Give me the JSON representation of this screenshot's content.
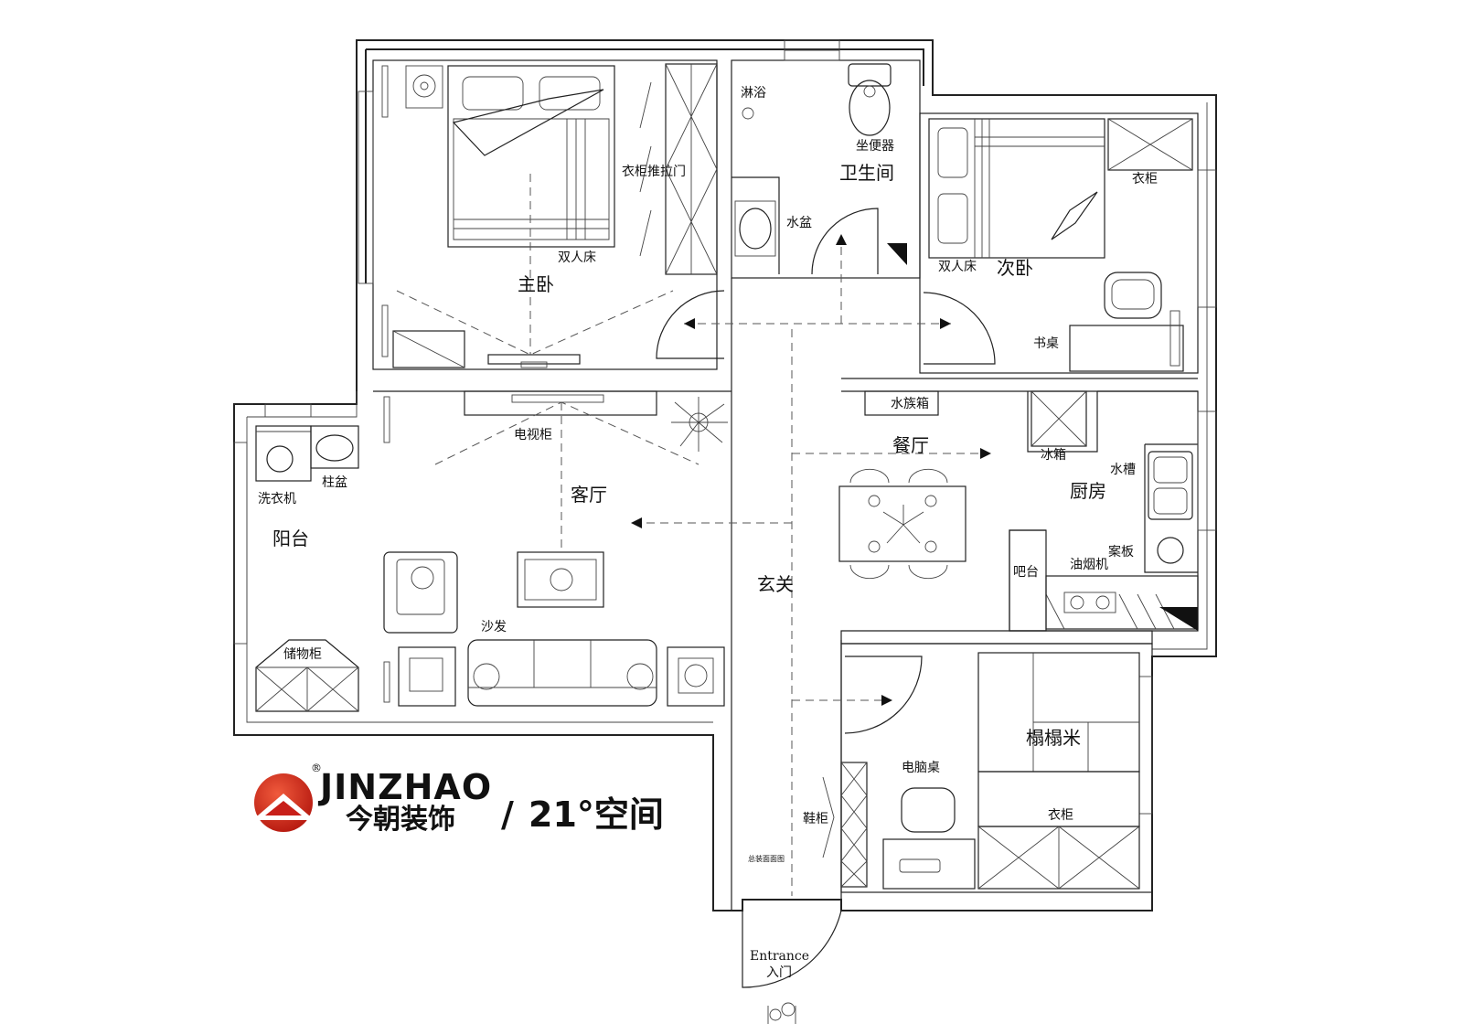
{
  "rooms": {
    "master_bedroom": "主卧",
    "bathroom": "卫生间",
    "second_bedroom": "次卧",
    "dining": "餐厅",
    "living": "客厅",
    "balcony": "阳台",
    "kitchen": "厨房",
    "foyer": "玄关",
    "tatami": "榻榻米"
  },
  "labels": {
    "wardrobe_sliding": "衣柜推拉门",
    "double_bed_master": "双人床",
    "shower": "淋浴",
    "toilet": "坐便器",
    "basin": "水盆",
    "wardrobe_second": "衣柜",
    "double_bed_second": "双人床",
    "desk": "书桌",
    "aquarium": "水族箱",
    "tv_cabinet": "电视柜",
    "washer": "洗衣机",
    "column_basin": "柱盆",
    "fridge": "冰箱",
    "sink": "水槽",
    "range_hood": "油烟机",
    "chopping_board": "案板",
    "bar": "吧台",
    "sofa": "沙发",
    "storage_cabinet": "储物柜",
    "computer_desk": "电脑桌",
    "shoe_cabinet": "鞋柜",
    "wardrobe_tatami": "衣柜",
    "small_note": "总装面面图",
    "entrance_en": "Entrance",
    "entrance_cn": "入门"
  },
  "logo": {
    "registered": "®",
    "name_en": "JINZHAO",
    "name_cn": "今朝装饰",
    "slash": "/",
    "partner": "21°空间",
    "accent_color": "#d62a1e"
  }
}
